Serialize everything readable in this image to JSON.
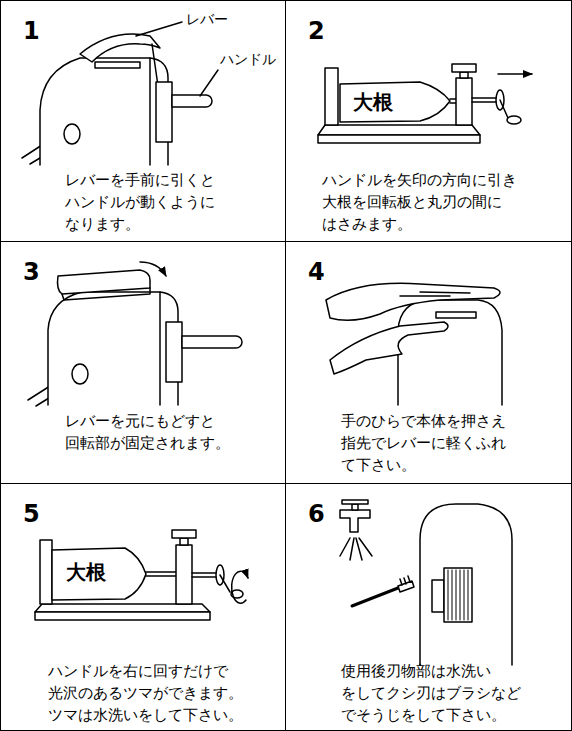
{
  "diagram": {
    "nodes": [
      {
        "text": [
          "1",
          "レバーを手前に引くと ハンドルが動くように なります。"
        ]
      },
      {
        "text": [
          "2",
          "ハンドルを矢印の方向に引き 大根を回転板と丸刃の間に はさみます。"
        ]
      },
      {
        "text": [
          "3",
          "レバーを元にもどすと 回転部が固定されます。"
        ]
      },
      {
        "text": [
          "4",
          "手のひらで本体を押さえ 指先でレバーに軽くふれ て下さい。"
        ]
      },
      {
        "text": [
          "5",
          "ハンドルを右に回すだけで 光沢のあるツマができます。 ツマは水洗いをして下さい。"
        ]
      },
      {
        "text": [
          "6",
          "使用後刃物部は水洗い をしてクシ刃はブラシなど でそうじをして下さい。"
        ]
      }
    ],
    "labels": [
      "レバー",
      "ハンドル",
      "大根",
      "大根"
    ]
  }
}
